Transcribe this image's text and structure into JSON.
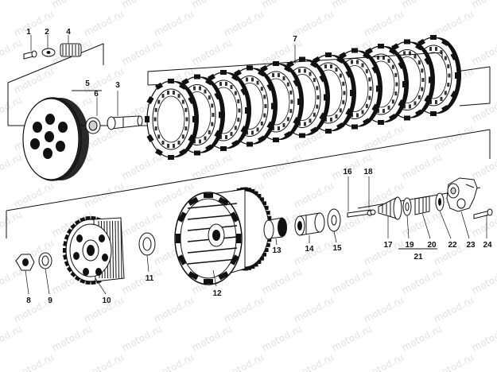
{
  "watermark": "motod.ru",
  "callouts": [
    {
      "id": "1",
      "label": "1"
    },
    {
      "id": "2",
      "label": "2"
    },
    {
      "id": "4",
      "label": "4"
    },
    {
      "id": "7",
      "label": "7"
    },
    {
      "id": "5",
      "label": "5"
    },
    {
      "id": "6",
      "label": "6"
    },
    {
      "id": "3",
      "label": "3"
    },
    {
      "id": "16",
      "label": "16"
    },
    {
      "id": "18",
      "label": "18"
    },
    {
      "id": "13",
      "label": "13"
    },
    {
      "id": "14",
      "label": "14"
    },
    {
      "id": "15",
      "label": "15"
    },
    {
      "id": "17",
      "label": "17"
    },
    {
      "id": "19",
      "label": "19"
    },
    {
      "id": "20",
      "label": "20"
    },
    {
      "id": "21",
      "label": "21"
    },
    {
      "id": "22",
      "label": "22"
    },
    {
      "id": "23",
      "label": "23"
    },
    {
      "id": "24",
      "label": "24"
    },
    {
      "id": "8",
      "label": "8"
    },
    {
      "id": "9",
      "label": "9"
    },
    {
      "id": "10",
      "label": "10"
    },
    {
      "id": "11",
      "label": "11"
    },
    {
      "id": "12",
      "label": "12"
    }
  ]
}
